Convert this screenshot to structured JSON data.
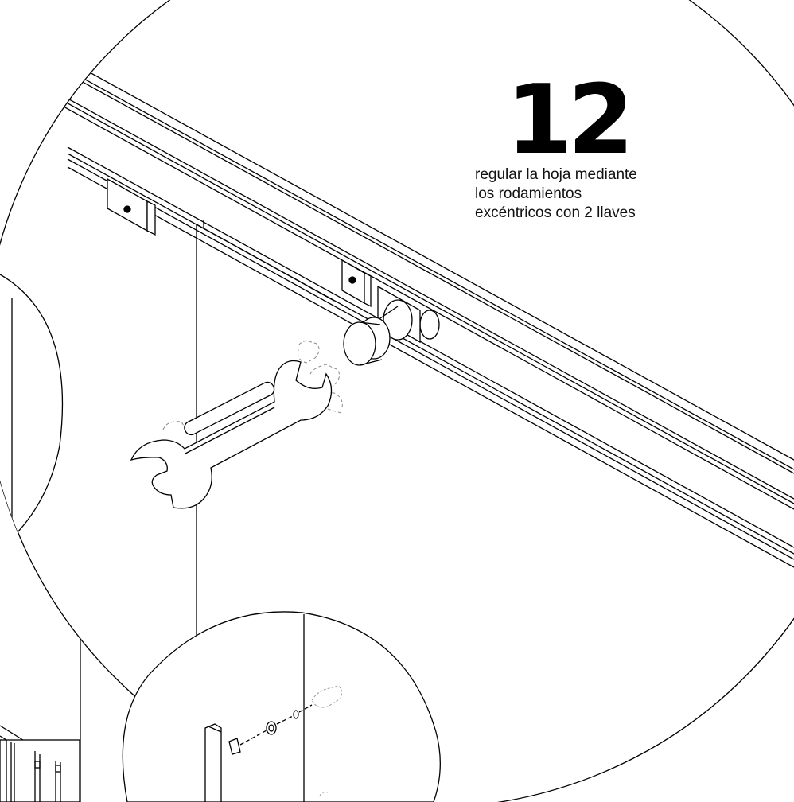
{
  "step": {
    "number": "12",
    "instruction_lines": [
      "regular la hoja mediante",
      "los rodamientos",
      "excéntricos con 2 llaves"
    ]
  },
  "colors": {
    "ink": "#000000",
    "paper": "#ffffff",
    "ghost": "#888888"
  },
  "icons": {
    "main_tool": "wrench-icon",
    "bearing": "eccentric-bearing-icon",
    "detail": "handle-bolt-icon"
  }
}
